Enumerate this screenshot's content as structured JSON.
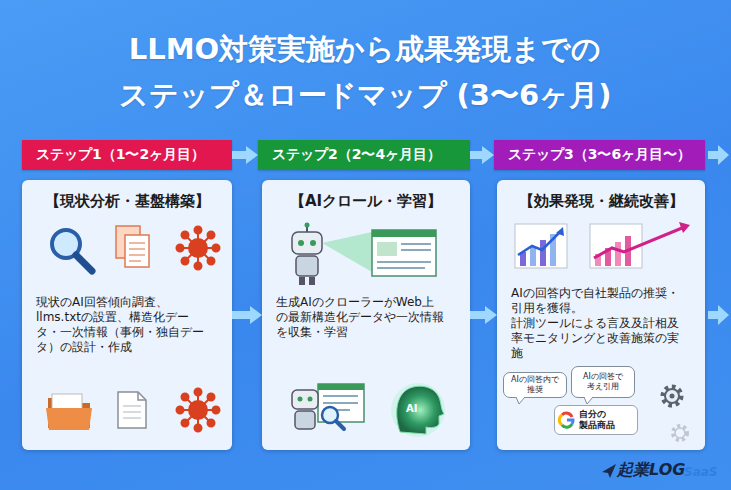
{
  "diagram": {
    "title": "LLMO対策実施から成果発現までの ステップ＆ロードマップ (3〜6ヶ月)",
    "nodes": [
      {
        "text": [
          "ステップ1（1〜2ヶ月目）"
        ]
      },
      {
        "text": [
          "【現状分析・基盤構築】",
          "現状のAI回答傾向調査、 llms.txtの設置、構造化デー タ・一次情報（事例・独自デー タ）の設計・作成"
        ]
      },
      {
        "text": [
          "ステップ2（2〜4ヶ月目）"
        ]
      },
      {
        "text": [
          "【AIクロール・学習】",
          "生成AIのクローラーがWeb上 の最新構造化データや一次情報 を収集・学習"
        ]
      },
      {
        "text": [
          "ステップ3（3〜6ヶ月目〜）"
        ]
      },
      {
        "text": [
          "【効果発現・継続改善】",
          "AIの回答内で自社製品の推奨・ 引用を獲得。 計測ツールによる言及及計相及 率モニタリングと改善施策の実 施"
        ]
      },
      {
        "text": [
          "AIの回答内で 推奨"
        ],
        "in": 5
      },
      {
        "text": [
          "AIの回答で 考え引用"
        ],
        "in": 5
      },
      {
        "text": [
          "自分の 製品商品"
        ],
        "in": 5
      }
    ],
    "edges": [
      {
        "from": 0,
        "to": 2,
        "arrow": "to"
      },
      {
        "from": 2,
        "to": 4,
        "arrow": "to"
      },
      {
        "from": 1,
        "to": 3,
        "arrow": "to"
      },
      {
        "from": 3,
        "to": 5,
        "arrow": "to"
      }
    ],
    "labels": [
      "AI",
      "起業LOG",
      "SaaS"
    ]
  }
}
